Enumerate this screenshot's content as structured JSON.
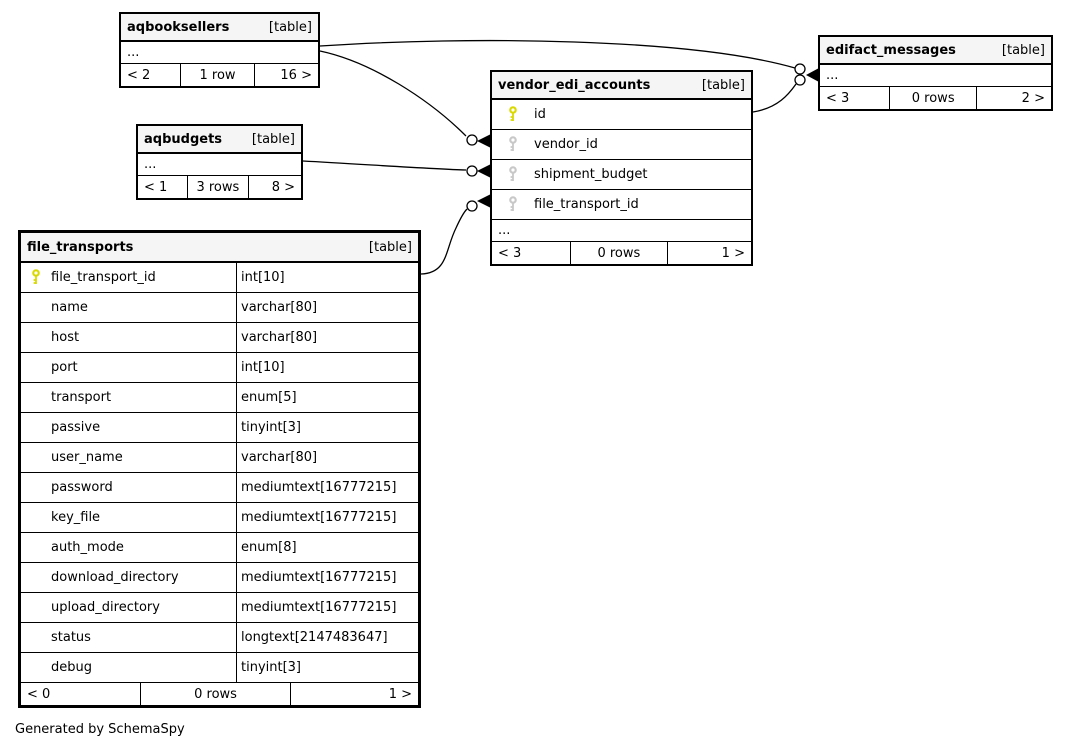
{
  "footer_note": "Generated by SchemaSpy",
  "colors": {
    "primary_key": "#d9d900",
    "foreign_key": "#c8c8c8",
    "header_bg": "#f5f5f5",
    "line": "#000000"
  },
  "icons": {
    "primary_key": "yellow-key-icon",
    "foreign_key": "gray-key-icon",
    "relationship_end": "circle-crowfoot"
  },
  "tables": [
    {
      "title": "aqbooksellers",
      "tag": "[table]",
      "dots": "...",
      "nav": {
        "left": "< 2",
        "center": "1 row",
        "right": "16 >"
      }
    },
    {
      "title": "aqbudgets",
      "tag": "[table]",
      "dots": "...",
      "nav": {
        "left": "< 1",
        "center": "3 rows",
        "right": "8 >"
      }
    },
    {
      "title": "file_transports",
      "tag": "[table]",
      "columns": [
        {
          "name": "file_transport_id",
          "type": "int[10]",
          "key": "primary"
        },
        {
          "name": "name",
          "type": "varchar[80]"
        },
        {
          "name": "host",
          "type": "varchar[80]"
        },
        {
          "name": "port",
          "type": "int[10]"
        },
        {
          "name": "transport",
          "type": "enum[5]"
        },
        {
          "name": "passive",
          "type": "tinyint[3]"
        },
        {
          "name": "user_name",
          "type": "varchar[80]"
        },
        {
          "name": "password",
          "type": "mediumtext[16777215]"
        },
        {
          "name": "key_file",
          "type": "mediumtext[16777215]"
        },
        {
          "name": "auth_mode",
          "type": "enum[8]"
        },
        {
          "name": "download_directory",
          "type": "mediumtext[16777215]"
        },
        {
          "name": "upload_directory",
          "type": "mediumtext[16777215]"
        },
        {
          "name": "status",
          "type": "longtext[2147483647]"
        },
        {
          "name": "debug",
          "type": "tinyint[3]"
        }
      ],
      "nav": {
        "left": "< 0",
        "center": "0 rows",
        "right": "1 >"
      }
    },
    {
      "title": "vendor_edi_accounts",
      "tag": "[table]",
      "columns": [
        {
          "name": "id",
          "key": "primary"
        },
        {
          "name": "vendor_id",
          "key": "foreign"
        },
        {
          "name": "shipment_budget",
          "key": "foreign"
        },
        {
          "name": "file_transport_id",
          "key": "foreign"
        }
      ],
      "dots": "...",
      "nav": {
        "left": "< 3",
        "center": "0 rows",
        "right": "1 >"
      }
    },
    {
      "title": "edifact_messages",
      "tag": "[table]",
      "dots": "...",
      "nav": {
        "left": "< 3",
        "center": "0 rows",
        "right": "2 >"
      }
    }
  ]
}
